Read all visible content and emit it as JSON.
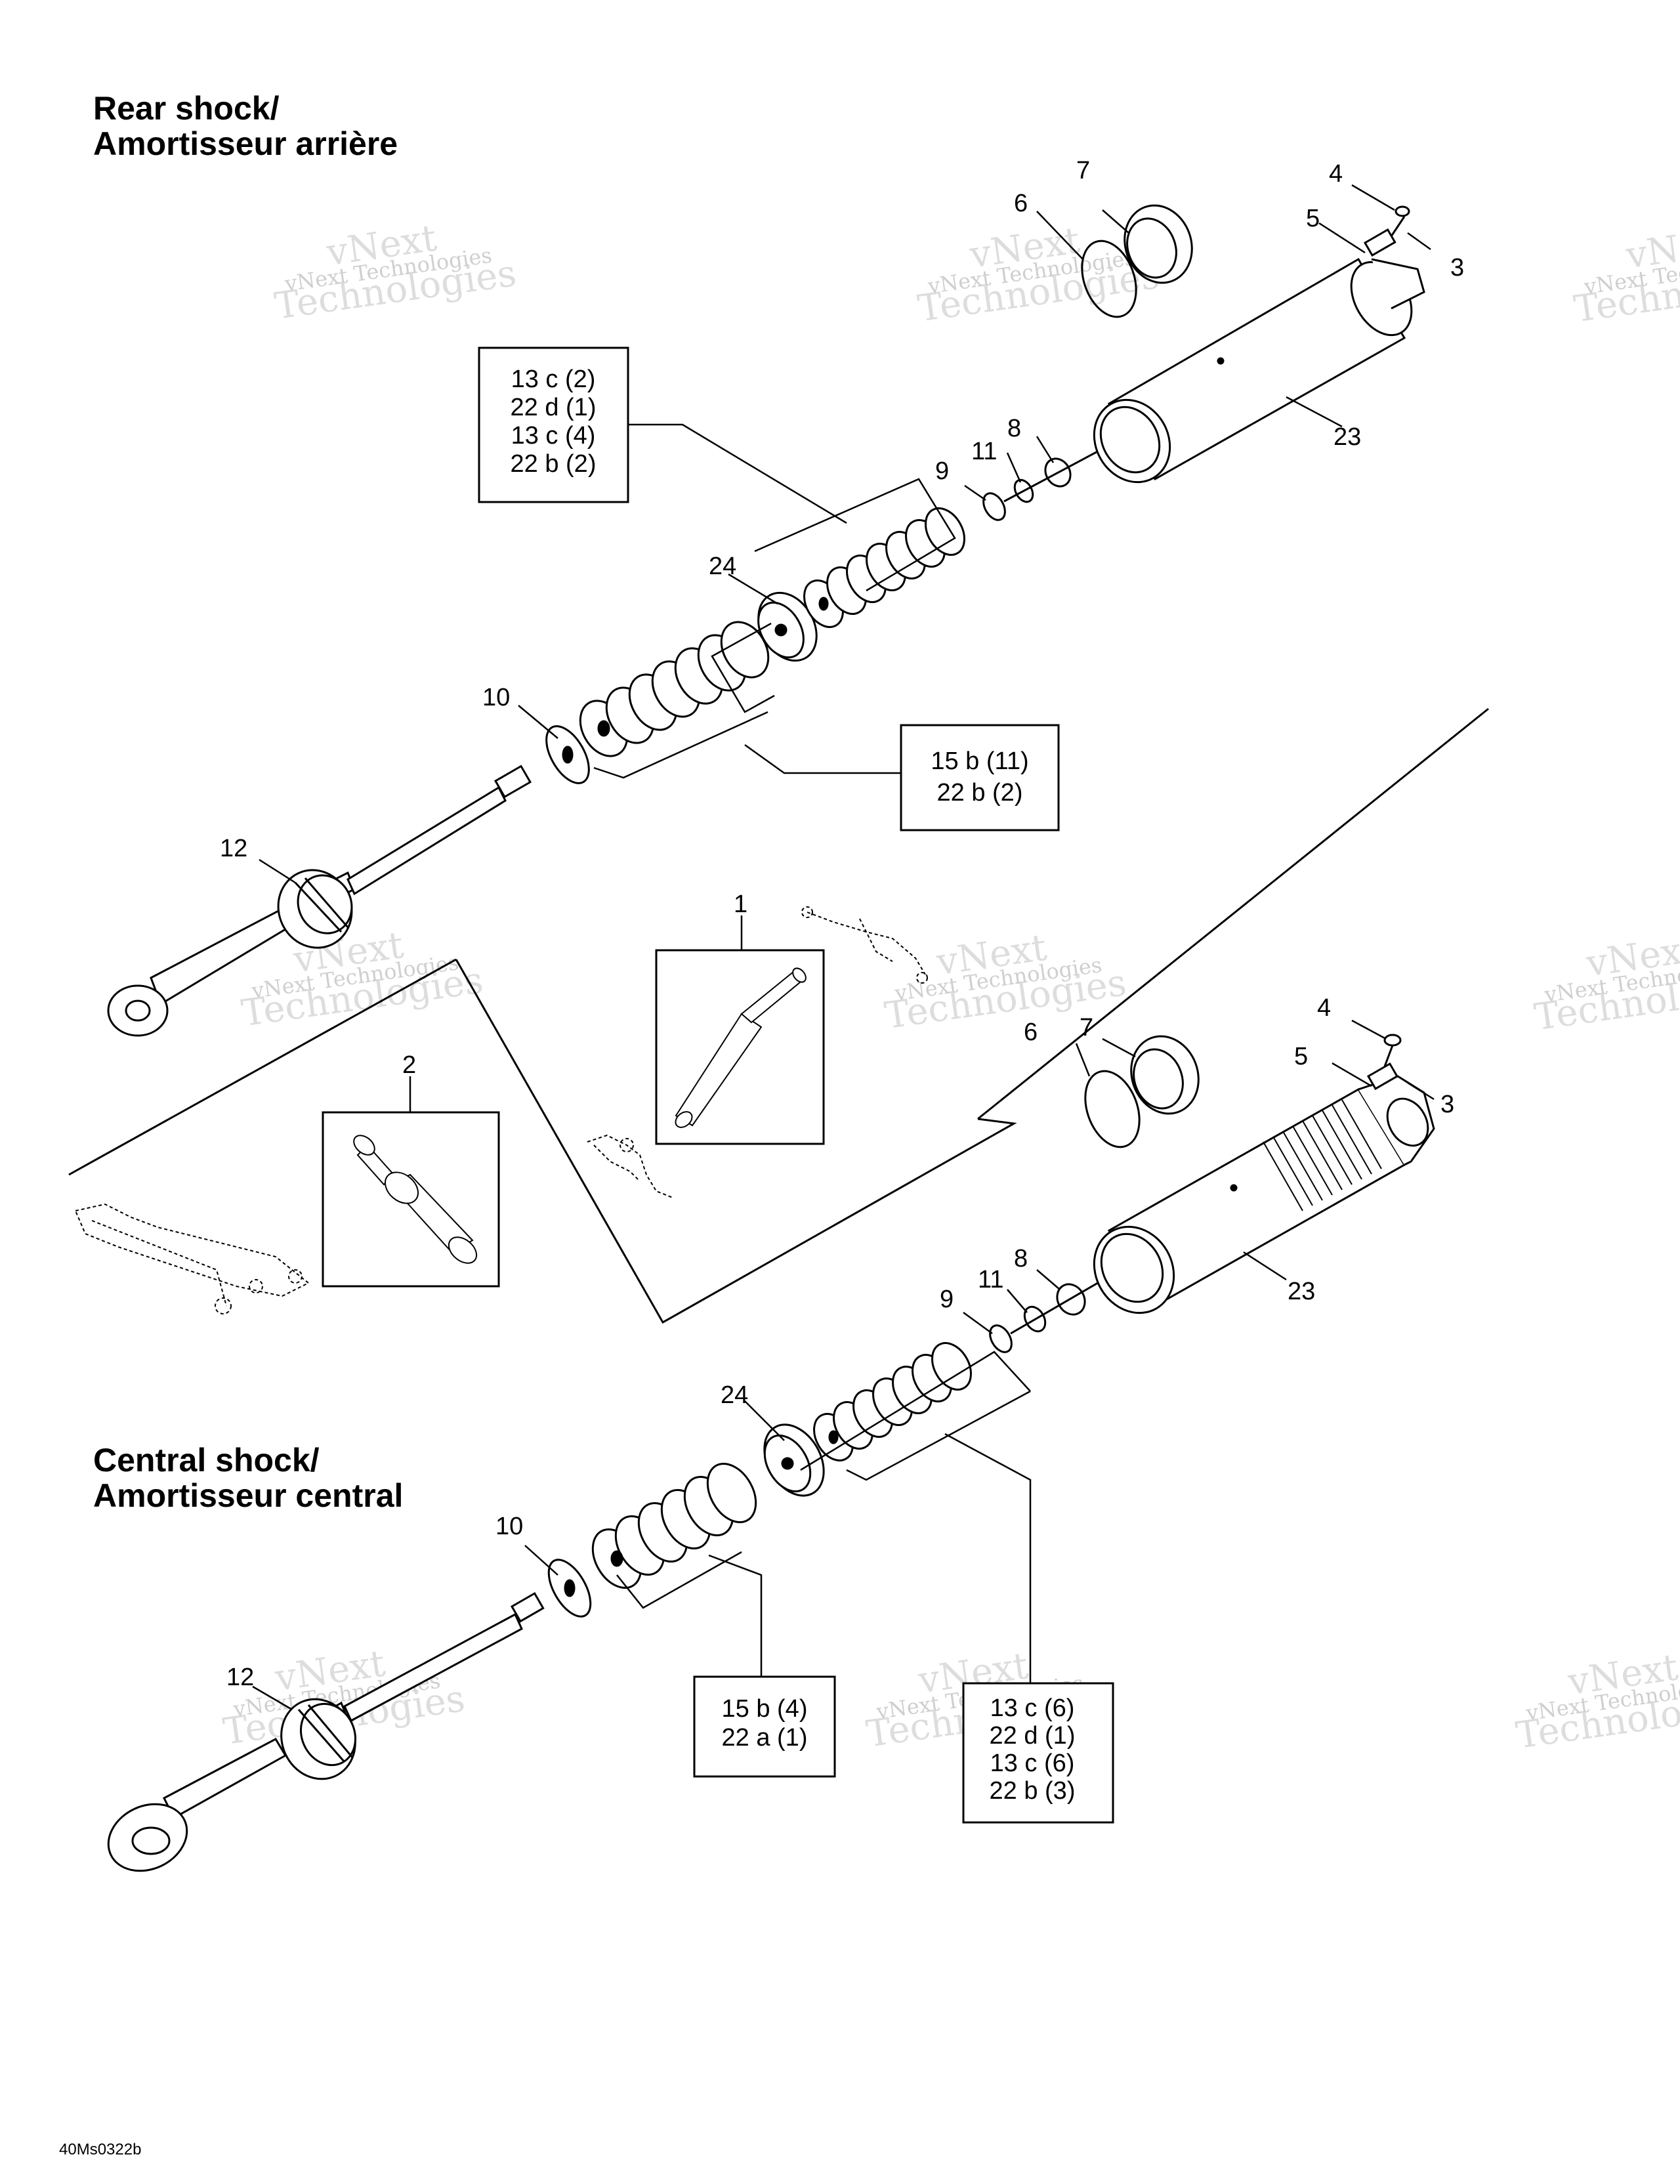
{
  "rear_section": {
    "title_line1": "Rear shock/",
    "title_line2": "Amortisseur arrière",
    "box_upper": [
      "13 c (2)",
      "22 d (1)",
      "13 c (4)",
      "22 b (2)"
    ],
    "box_lower": [
      "15 b (11)",
      "22 b (2)"
    ]
  },
  "central_section": {
    "title_line1": "Central shock/",
    "title_line2": "Amortisseur central",
    "box_left": [
      "15 b (4)",
      "22 a (1)"
    ],
    "box_right": [
      "13 c (6)",
      "22 d (1)",
      "13 c (6)",
      "22 b (3)"
    ]
  },
  "callouts": {
    "c1": "1",
    "c2": "2",
    "c3": "3",
    "c4": "4",
    "c5": "5",
    "c6": "6",
    "c7": "7",
    "c8": "8",
    "c9": "9",
    "c10": "10",
    "c11": "11",
    "c12": "12",
    "c23": "23",
    "c24": "24"
  },
  "watermark": {
    "line1": "vNext Technologies",
    "line2": "Technologies",
    "line3": "vNext"
  },
  "drawing_code": "40Ms0322b"
}
